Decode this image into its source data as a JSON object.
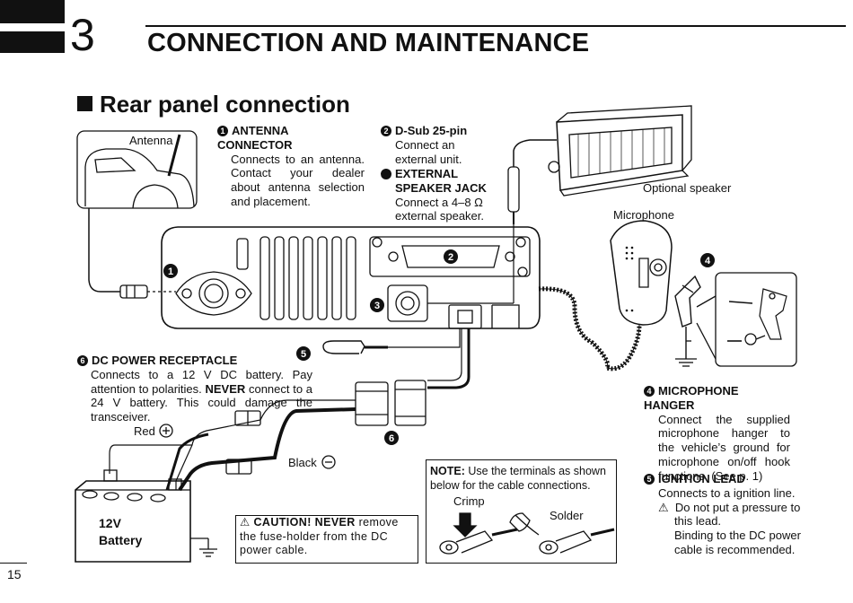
{
  "chapter": {
    "number": "3",
    "title": "CONNECTION AND MAINTENANCE"
  },
  "section": {
    "title": "Rear panel connection"
  },
  "page_number": "15",
  "items": {
    "antenna": {
      "num": "1",
      "title": "ANTENNA CONNECTOR",
      "text": "Connects to an antenna. Contact your dealer about antenna selection and placement."
    },
    "dsub": {
      "num": "2",
      "title": "D-Sub 25-pin",
      "text": "Connect an external unit."
    },
    "speaker": {
      "num": "3",
      "title": "EXTERNAL SPEAKER JACK",
      "text": "Connect a 4–8 Ω external speaker."
    },
    "hanger": {
      "num": "4",
      "title": "MICROPHONE HANGER",
      "text": "Connect the supplied microphone hanger to the vehicle’s ground for microphone on/off hook functions. (See p. 1)"
    },
    "ignition": {
      "num": "5",
      "title": "IGNITION LEAD",
      "text": "Connects to a ignition line.",
      "warn1": "Do not put a pressure to this lead.",
      "warn2": "Binding to the DC power cable is recommended."
    },
    "dc": {
      "num": "6",
      "title": "DC POWER RECEPTACLE",
      "text1": "Connects to a 12 V DC battery. Pay attention to polarities. ",
      "never": "NEVER",
      "text2": " connect to a 24 V battery. This could damage the transceiver."
    }
  },
  "labels": {
    "antenna": "Antenna",
    "optional_speaker": "Optional speaker",
    "microphone": "Microphone",
    "red": "Red",
    "black": "Black",
    "battery_v": "12V",
    "battery": "Battery",
    "crimp": "Crimp",
    "solder": "Solder"
  },
  "caution": {
    "head": "CAUTION! NEVER",
    "text": " remove the fuse-holder from the DC power cable."
  },
  "note": {
    "head": "NOTE:",
    "text": " Use the terminals as shown below for the cable connections."
  },
  "callouts": [
    "1",
    "2",
    "3",
    "4",
    "5",
    "6"
  ]
}
